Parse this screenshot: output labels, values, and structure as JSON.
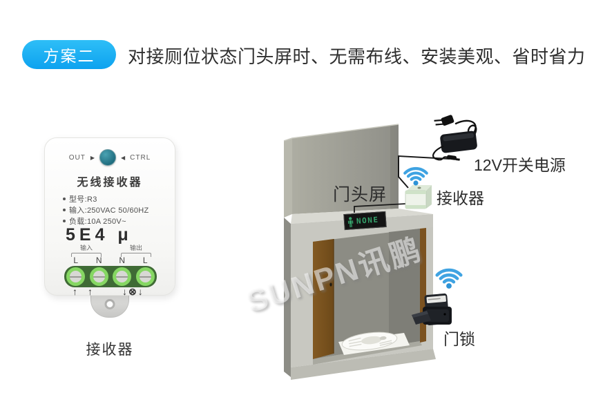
{
  "header": {
    "badge_label": "方案二",
    "headline": "对接厕位状态门头屏时、无需布线、安装美观、省时省力"
  },
  "receiver_module": {
    "port_out": "OUT",
    "out_arrow": "▶",
    "ctrl_arrow": "◀",
    "port_ctrl": "CTRL",
    "title": "无线接收器",
    "specs": [
      "型号:R3",
      "输入:250VAC 50/60HZ",
      "负载:10A  250V~"
    ],
    "marking": "5E4 μ",
    "group_in_label": "输入",
    "group_out_label": "输出",
    "terminals": [
      "L",
      "N",
      "N",
      "L"
    ],
    "arrows_in": "↑↑",
    "arrows_out": "↓⊗↓",
    "caption": "接收器"
  },
  "installation": {
    "door_screen_label": "门头屏",
    "display_text": "NONE",
    "power_supply_label": "12V开关电源",
    "receiver_label": "接收器",
    "door_lock_label": "门锁",
    "watermark": "SUNPN讯鹏"
  },
  "colors": {
    "accent_blue": "#14aaf0",
    "wifi_blue": "#3fa3e2",
    "led_green": "#36a26b",
    "door_brown": "#7b5220",
    "terminal_green": "#86d763"
  }
}
